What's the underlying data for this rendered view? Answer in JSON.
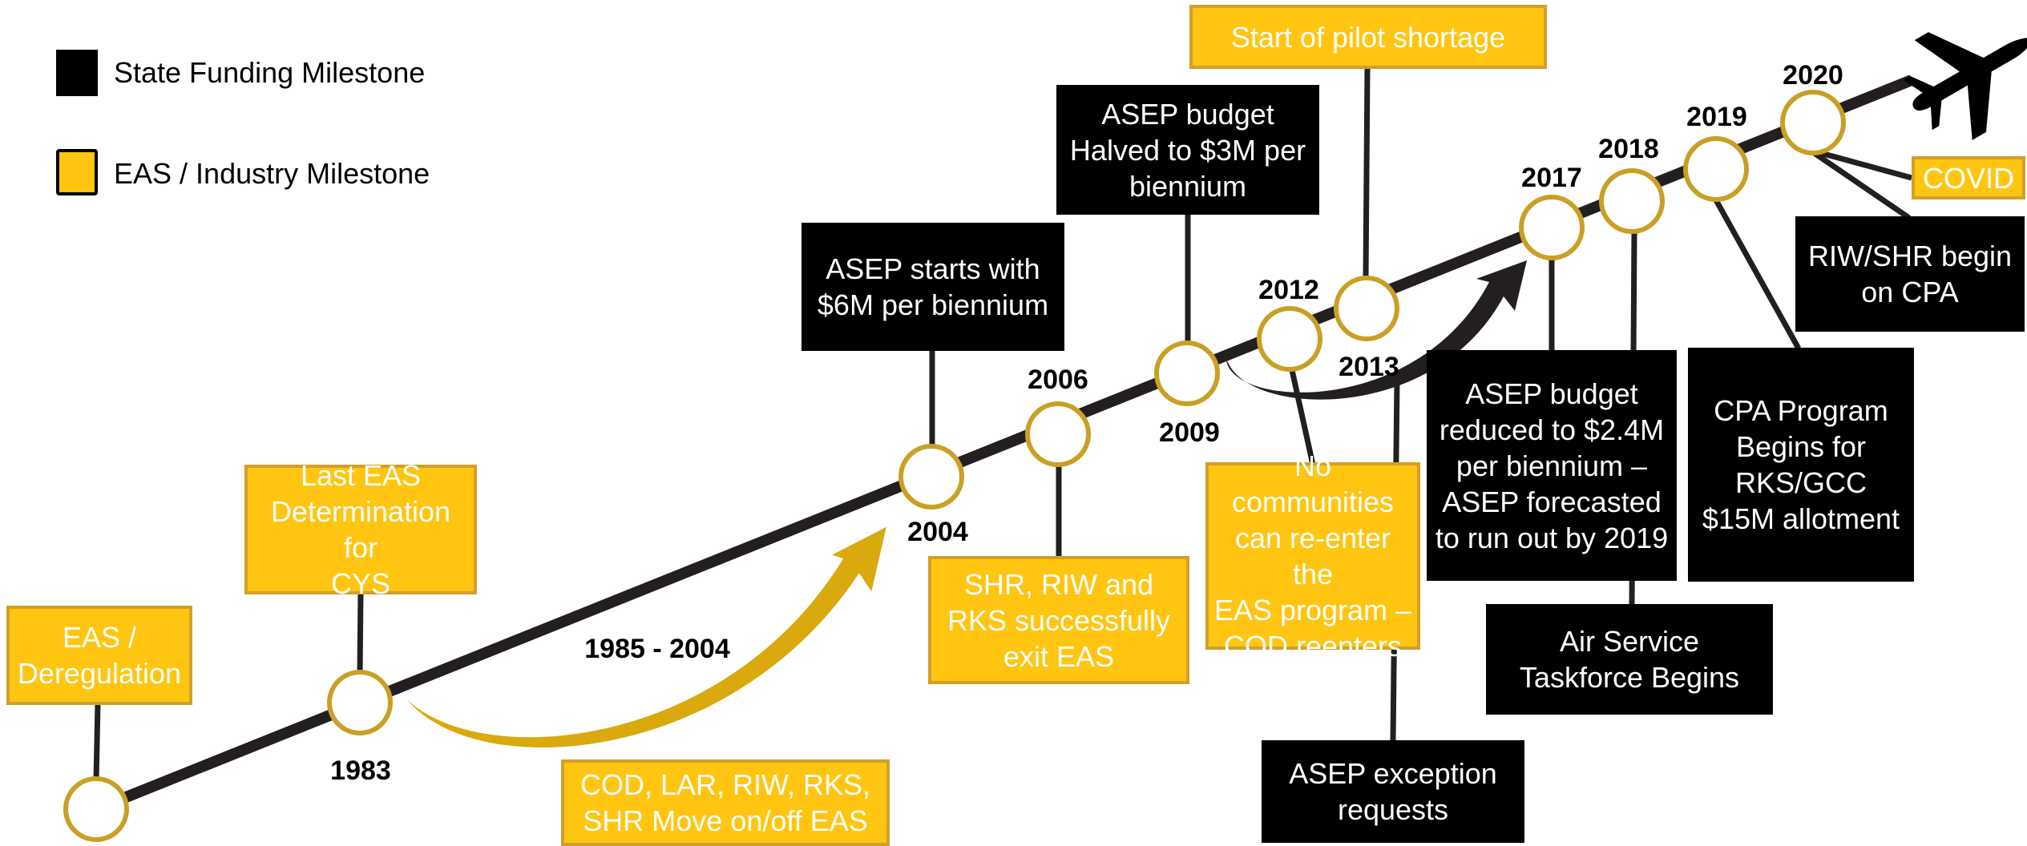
{
  "colors": {
    "gold_fill": "#ffc511",
    "gold_stroke": "#d1a02a",
    "black": "#000000",
    "timeline": "#231f20",
    "arrow_gold": "#d9a90d",
    "arrow_dark": "#231f20"
  },
  "legend": {
    "state": "State Funding Milestone",
    "eas": "EAS / Industry Milestone"
  },
  "years": {
    "y1983": "1983",
    "y2004": "2004",
    "y2006": "2006",
    "y2009": "2009",
    "y2012": "2012",
    "y2013": "2013",
    "y2017": "2017",
    "y2018": "2018",
    "y2019": "2019",
    "y2020": "2020"
  },
  "span_label": "1985 - 2004",
  "milestones": {
    "eas_dereg": "EAS /\nDeregulation",
    "last_eas": "Last EAS\nDetermination for\nCYS",
    "cod_lar": "COD, LAR, RIW, RKS,\nSHR Move on/off EAS",
    "asep_start": "ASEP starts with\n$6M per biennium",
    "shr_exit": "SHR, RIW and\nRKS successfully\nexit EAS",
    "asep_halved": "ASEP budget\nHalved to $3M per\nbiennium",
    "pilot_shortage": "Start of pilot shortage",
    "no_communities": "No\ncommunities\ncan re-enter the\nEAS program –\nCOD reenters",
    "asep_exception": "ASEP exception\nrequests",
    "asep_reduced": "ASEP budget\nreduced to $2.4M\nper biennium –\nASEP forecasted\nto run out by 2019",
    "air_service": "Air Service\nTaskforce Begins",
    "cpa": "CPA Program\nBegins for\nRKS/GCC\n$15M allotment",
    "riw_shr": "RIW/SHR begin\non CPA",
    "covid": "COVID"
  },
  "icons": {
    "airplane": "airplane-icon",
    "arrow_1985": "curved-arrow-icon",
    "arrow_2012": "curved-arrow-icon"
  }
}
